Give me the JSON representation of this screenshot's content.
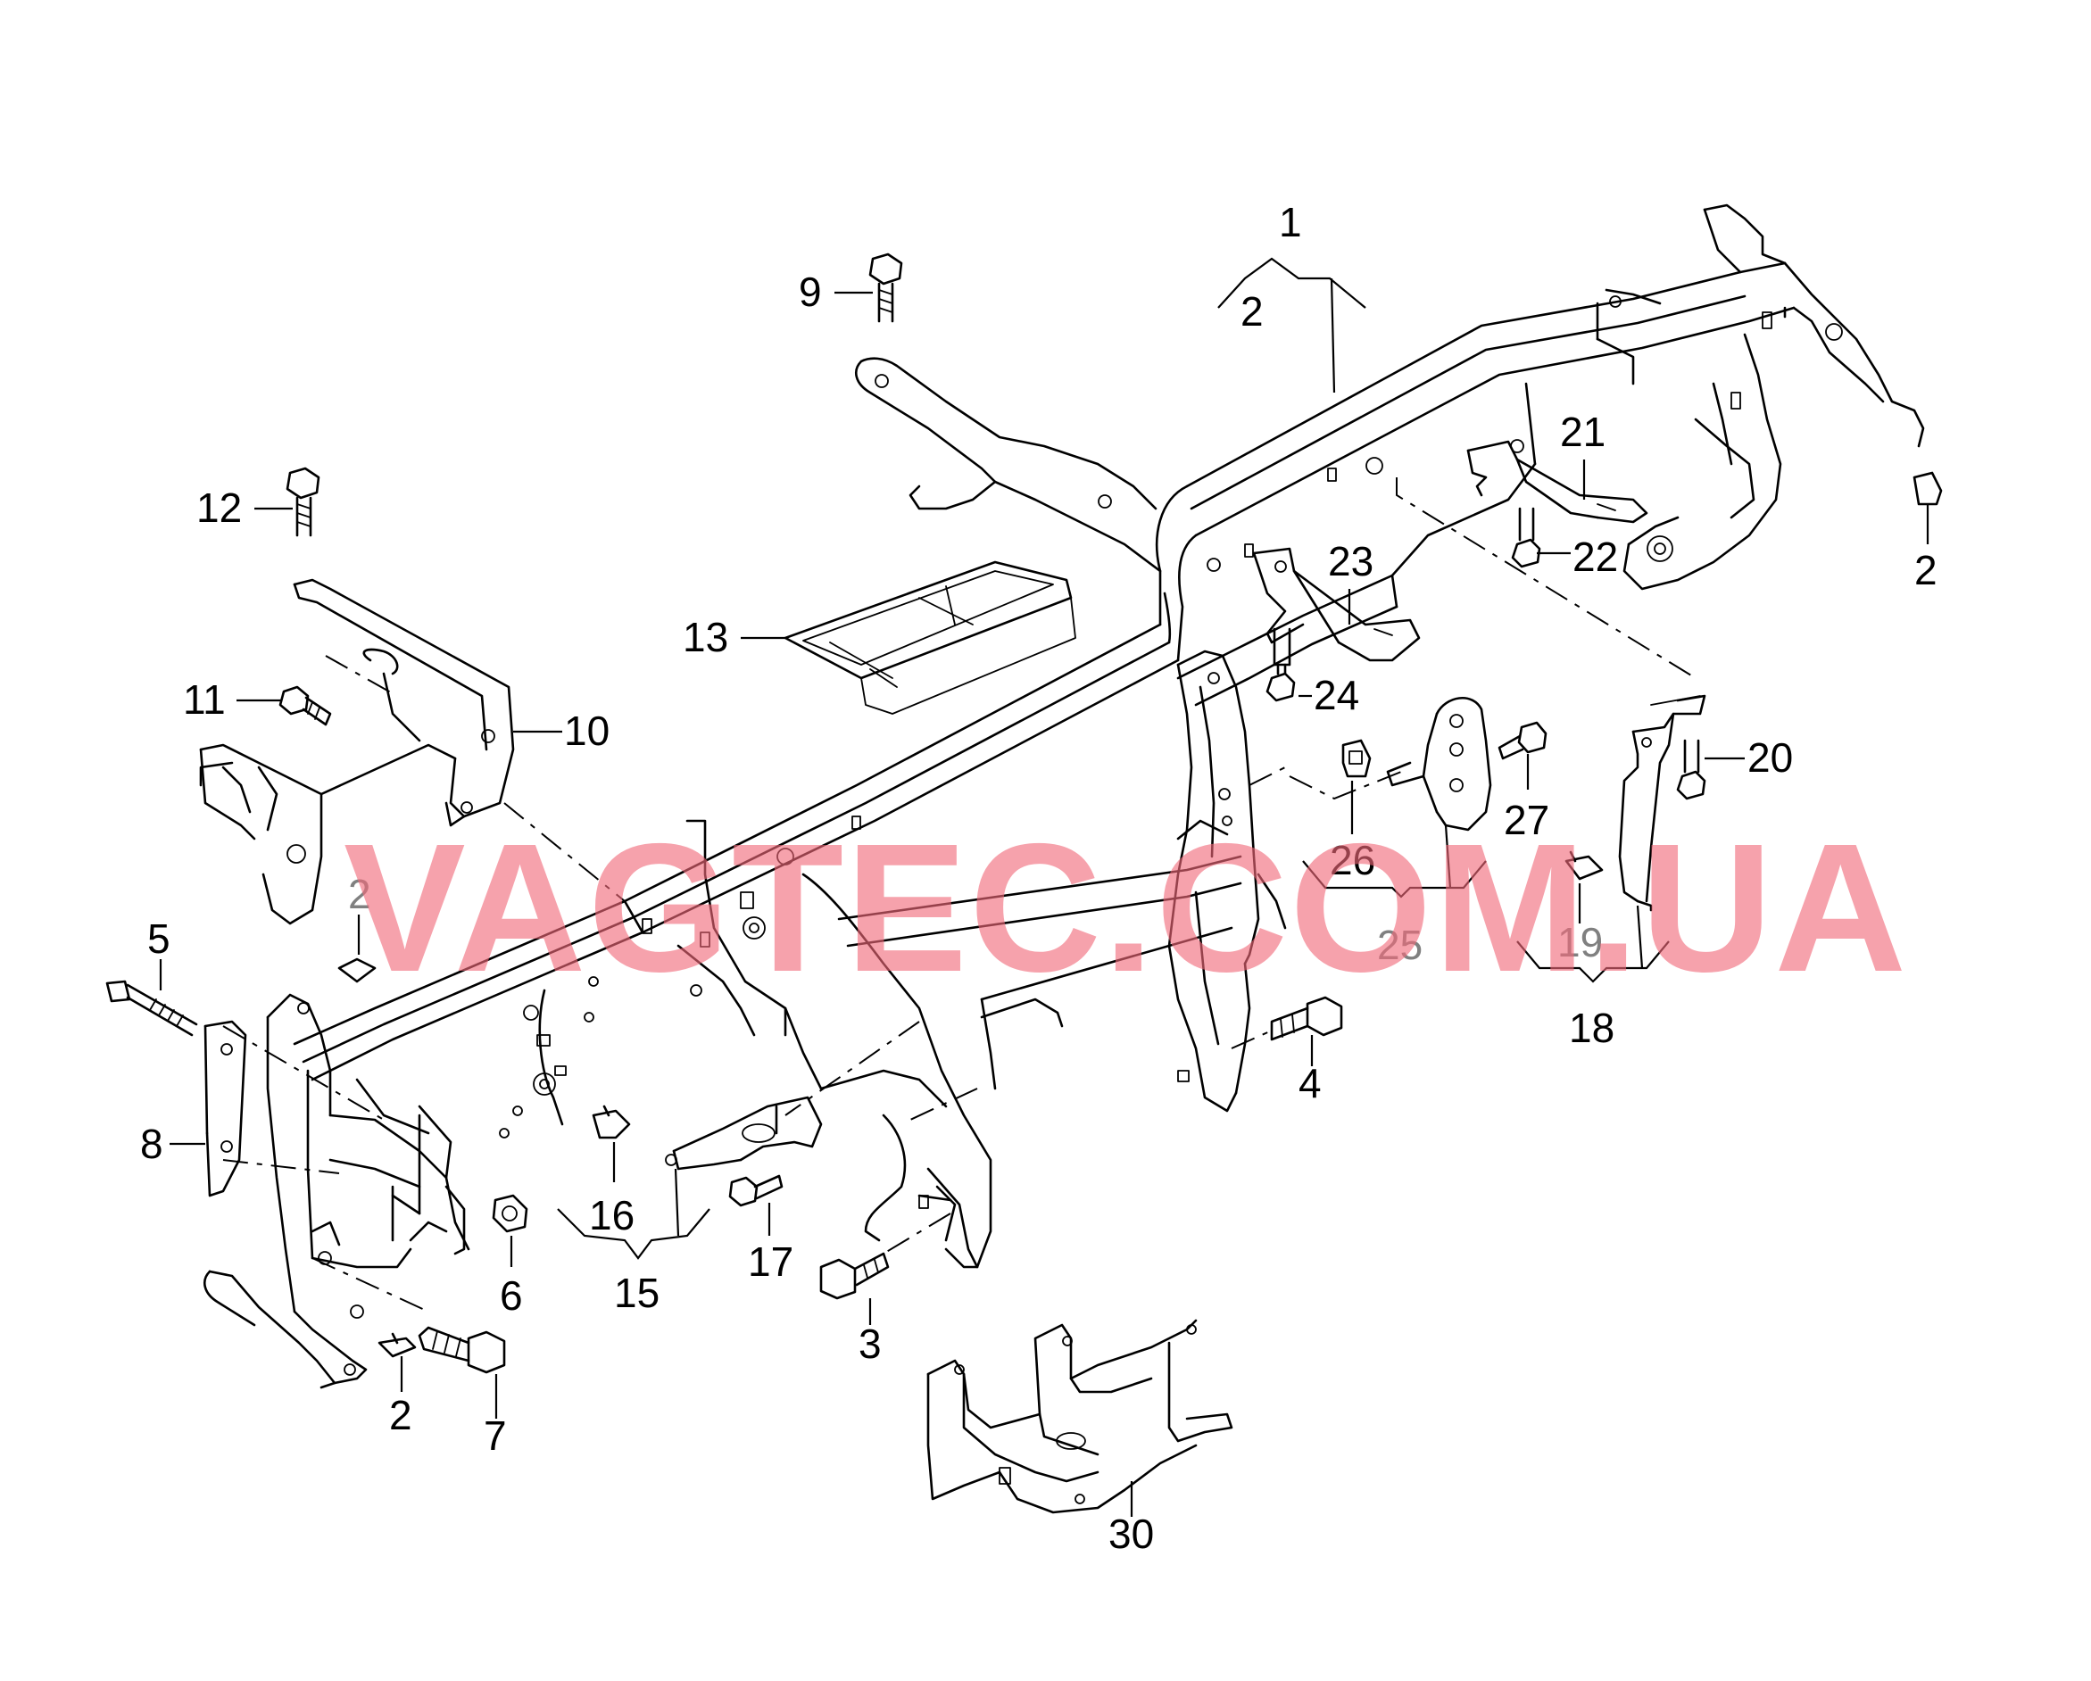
{
  "watermark": "VAGTEC.COM.UA",
  "callouts": {
    "c1": "1",
    "c2_top": "2",
    "c2_right": "2",
    "c2_left": "2",
    "c2_bottom": "2",
    "c3": "3",
    "c4": "4",
    "c5": "5",
    "c6": "6",
    "c7": "7",
    "c8": "8",
    "c9": "9",
    "c10": "10",
    "c11": "11",
    "c12": "12",
    "c13": "13",
    "c15": "15",
    "c16": "16",
    "c17": "17",
    "c18": "18",
    "c19": "19",
    "c20": "20",
    "c21": "21",
    "c22": "22",
    "c23": "23",
    "c24": "24",
    "c25": "25",
    "c26": "26",
    "c27": "27",
    "c30": "30"
  },
  "colors": {
    "line": "#000000",
    "watermark": "#f26a7a",
    "grey_label": "#808080",
    "background": "#ffffff"
  }
}
